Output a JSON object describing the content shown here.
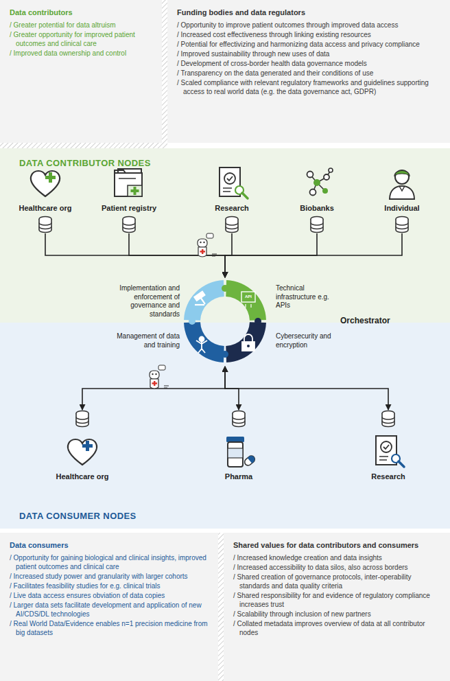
{
  "diagram": {
    "nodes": [
      {
        "text": [
          "Data contributors",
          "/ Greater potential for data altruism",
          "/ Greater opportunity for improved patient outcomes and clinical care",
          "/ Improved data ownership and control"
        ]
      },
      {
        "text": [
          "Funding bodies and data regulators",
          "/ Opportunity to improve patient outcomes through improved data access",
          "/ Increased cost effectiveness through linking existing resources",
          "/ Potential for effectivizing and harmonizing data access and privacy compliance",
          "/ Improved sustainability through new uses of data",
          "/ Development of cross-border health data governance models",
          "/ Transparency on the data generated and their conditions of use",
          "/ Scaled compliance with relevant regulatory frameworks and guidelines supporting access to real world data (e.g. the data governance act, GDPR)"
        ]
      },
      {
        "text": [
          "DATA CONTRIBUTOR NODES"
        ]
      },
      {
        "text": [
          "Healthcare org"
        ],
        "in": 2
      },
      {
        "text": [
          "Patient registry"
        ],
        "in": 2
      },
      {
        "text": [
          "Research"
        ],
        "in": 2
      },
      {
        "text": [
          "Biobanks"
        ],
        "in": 2
      },
      {
        "text": [
          "Individual"
        ],
        "in": 2
      },
      {
        "text": [
          "Implementation and enforcement of governance and standards",
          "Technical infrastructure e.g. APIs",
          "Management of data and training",
          "Cybersecurity and encryption",
          "Orchestrator"
        ]
      },
      {
        "text": [
          "DATA CONSUMER NODES"
        ]
      },
      {
        "text": [
          "Healthcare org"
        ],
        "in": 9
      },
      {
        "text": [
          "Pharma"
        ],
        "in": 9
      },
      {
        "text": [
          "Research"
        ],
        "in": 9
      },
      {
        "text": [
          "Data consumers",
          "/ Opportunity for gaining biological and clinical insights, improved patient outcomes and clinical care",
          "/ Increased study power and granularity with larger cohorts",
          "/ Facilitates feasibility studies for e.g. clinical trials",
          "/ Live data access ensures obviation of data copies",
          "/ Larger data sets facilitate development and application of new AI/CDS/DL technologies",
          "/ Real World Data/Evidence enables n=1 precision medicine from big datasets"
        ]
      },
      {
        "text": [
          "Shared values for data contributors and consumers",
          "/ Increased knowledge creation and data insights",
          "/ Increased accessibility to data silos, also across borders",
          "/ Shared creation of governance protocols, inter-operability standards and data quality criteria",
          "/ Shared responsibility for and evidence of regulatory compliance increases trust",
          "/ Scalability through inclusion of new partners",
          "/ Collated metadata improves overview of data at all contributor nodes"
        ]
      }
    ],
    "edges": [
      {
        "from": 3,
        "to": 8,
        "arrow": "to"
      },
      {
        "from": 4,
        "to": 8,
        "arrow": "to"
      },
      {
        "from": 5,
        "to": 8,
        "arrow": "to"
      },
      {
        "from": 6,
        "to": 8,
        "arrow": "to"
      },
      {
        "from": 7,
        "to": 8,
        "arrow": "to"
      },
      {
        "from": 8,
        "to": 10,
        "arrow": "both"
      },
      {
        "from": 8,
        "to": 11,
        "arrow": "both"
      },
      {
        "from": 8,
        "to": 12,
        "arrow": "both"
      }
    ],
    "labels": [
      "API"
    ]
  }
}
